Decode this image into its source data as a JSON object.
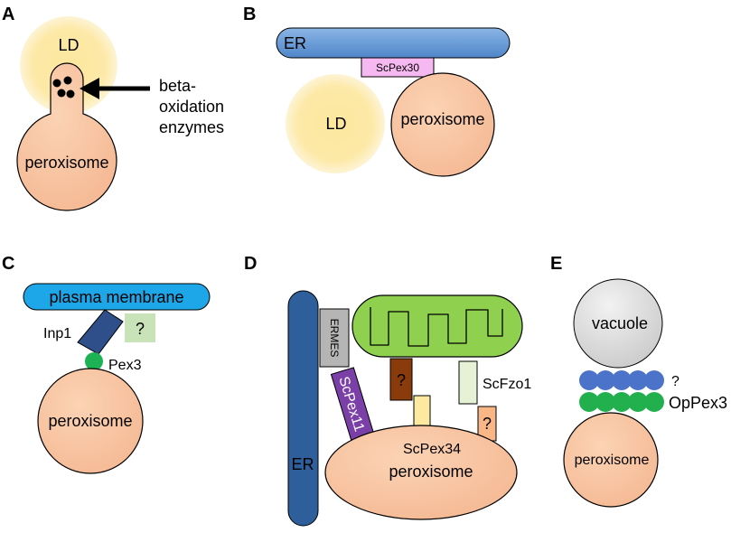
{
  "panels": {
    "a": {
      "letter": "A",
      "ld_label": "LD",
      "peroxisome_label": "peroxisome",
      "enzymes_label_lines": [
        "beta-",
        "oxidation",
        "enzymes"
      ]
    },
    "b": {
      "letter": "B",
      "er_label": "ER",
      "tether_label": "ScPex30",
      "ld_label": "LD",
      "peroxisome_label": "peroxisome"
    },
    "c": {
      "letter": "C",
      "membrane_label": "plasma membrane",
      "inp1_label": "Inp1",
      "unknown_label": "?",
      "pex3_label": "Pex3",
      "peroxisome_label": "peroxisome"
    },
    "d": {
      "letter": "D",
      "er_label": "ER",
      "ermes_label": "ERMES",
      "pex11_label": "ScPex11",
      "unknown_label_1": "?",
      "unknown_label_2": "?",
      "fzo1_label": "ScFzo1",
      "pex34_label": "ScPex34",
      "peroxisome_label": "peroxisome"
    },
    "e": {
      "letter": "E",
      "vacuole_label": "vacuole",
      "unknown_label": "?",
      "pex3_label": "OpPex3",
      "peroxisome_label": "peroxisome"
    }
  },
  "colors": {
    "peroxisome_fill": "#f9c9a6",
    "ld_core": "#fde9a6",
    "ld_edge": "#fdf3d0",
    "er_fill": "#6fa1d9",
    "er_dark": "#2e5f9a",
    "pex30_fill": "#f6b8f0",
    "membrane_fill": "#1ea7e8",
    "inp1_fill": "#2f4f8a",
    "unknown_green": "#c9e3b8",
    "pex3_green": "#1db354",
    "mito_fill": "#8fd14f",
    "ermes_fill": "#b5b5b5",
    "pex11_fill": "#7b3fa8",
    "unknown_brown": "#8a3b0c",
    "fzo1_fill": "#e6f2d6",
    "pex34_fill": "#fde9a0",
    "unknown_orange": "#f9b788",
    "vacuole_fill": "#dddddd",
    "e_blue": "#4a73c9",
    "e_green": "#22b04f"
  }
}
